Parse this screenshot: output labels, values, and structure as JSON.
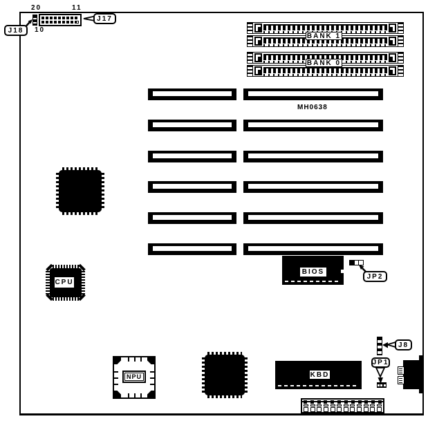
{
  "diagram": {
    "part_number": "MH0638",
    "memory": {
      "bank1": "BANK 1",
      "bank0": "BANK 0"
    },
    "chips": {
      "cpu": "CPU",
      "npu": "NPU",
      "bios": "BIOS",
      "kbd": "KBD"
    },
    "connector_labels": {
      "j18": "J18",
      "j17": "J17",
      "j8": "J8",
      "jp1": "JP1",
      "jp2": "JP2"
    },
    "j17_pin_numbers": {
      "top_left": "20",
      "top_right": "11",
      "bottom_left": "10"
    }
  }
}
